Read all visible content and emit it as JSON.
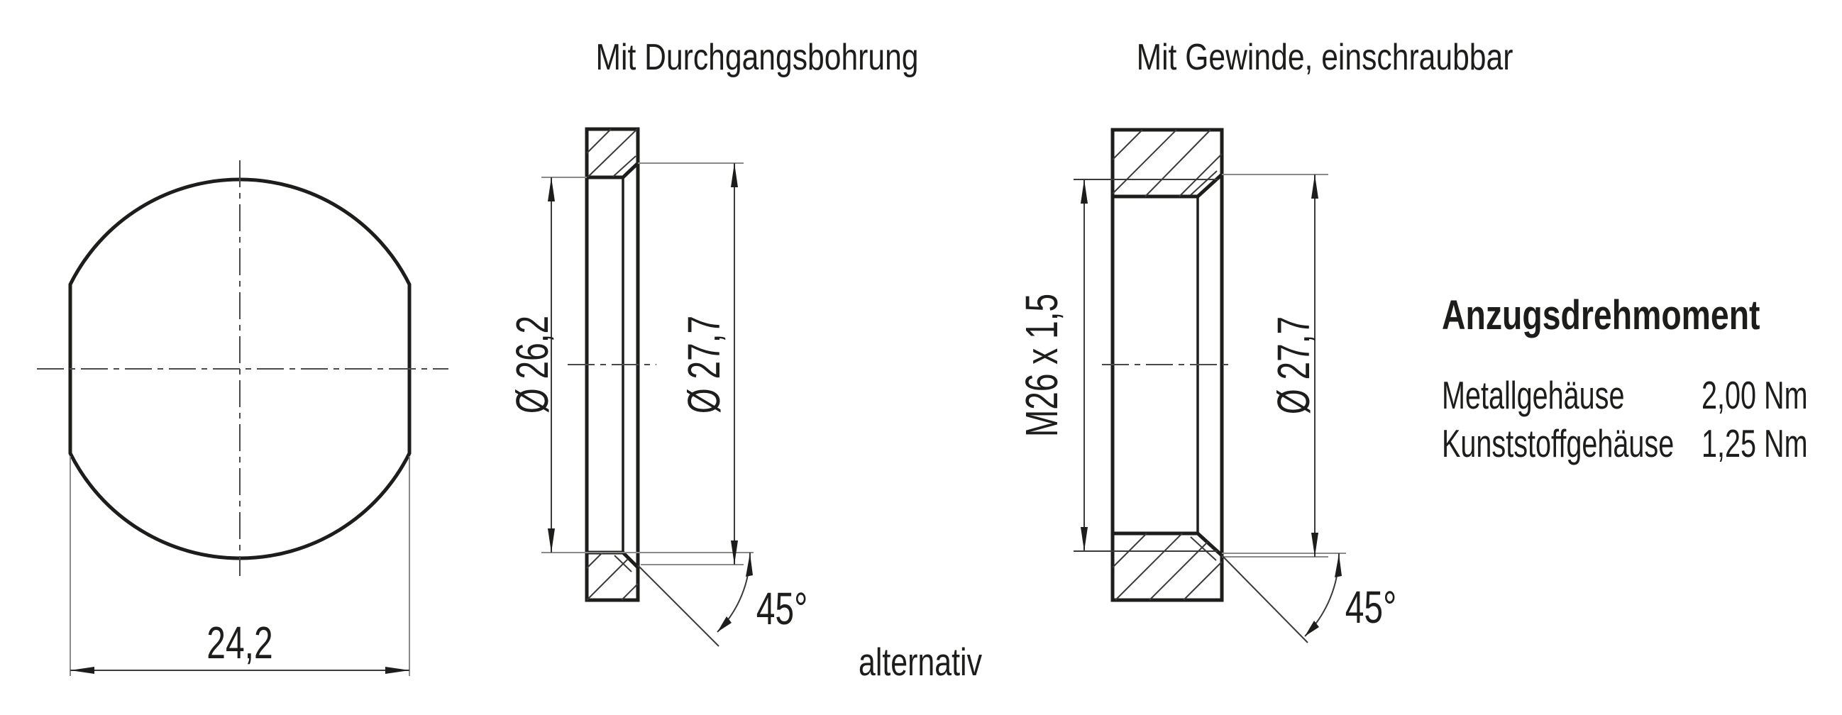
{
  "colors": {
    "outline": "#1d1d1b",
    "thin_line": "#3a3a3a",
    "extension_line": "#8a8a8a",
    "text": "#1d1d1b",
    "background": "#ffffff"
  },
  "titles": {
    "through_hole": "Mit Durchgangsbohrung",
    "threaded": "Mit Gewinde, einschraubbar"
  },
  "front_view": {
    "dim_flats": "24,2"
  },
  "section_through_hole": {
    "dim_bore": "Ø 26,2",
    "dim_outer": "Ø 27,7",
    "chamfer_angle": "45°"
  },
  "section_threaded": {
    "dim_thread": "M26 x 1,5",
    "dim_outer": "Ø 27,7",
    "chamfer_angle": "45°"
  },
  "alternative_label": "alternativ",
  "torque_note": {
    "heading": "Anzugsdrehmoment",
    "rows": [
      {
        "label": "Metallgehäuse",
        "value": "2,00 Nm"
      },
      {
        "label": "Kunststoffgehäuse",
        "value": "1,25 Nm"
      }
    ]
  }
}
